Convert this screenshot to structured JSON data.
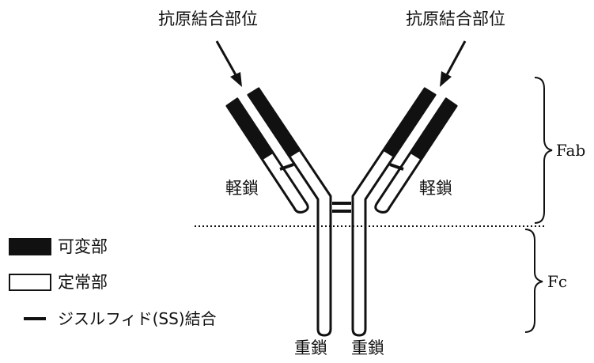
{
  "labels": {
    "antigen_site_left": "抗原結合部位",
    "antigen_site_right": "抗原結合部位",
    "light_chain_left": "軽鎖",
    "light_chain_right": "軽鎖",
    "heavy_chain_left": "重鎖",
    "heavy_chain_right": "重鎖",
    "fab": "Fab",
    "fc": "Fc"
  },
  "legend": {
    "variable": "可変部",
    "constant": "定常部",
    "disulfide": "ジスルフィド(SS)結合"
  },
  "colors": {
    "ink": "#111111",
    "variable_fill": "#111111",
    "constant_fill": "#ffffff"
  }
}
